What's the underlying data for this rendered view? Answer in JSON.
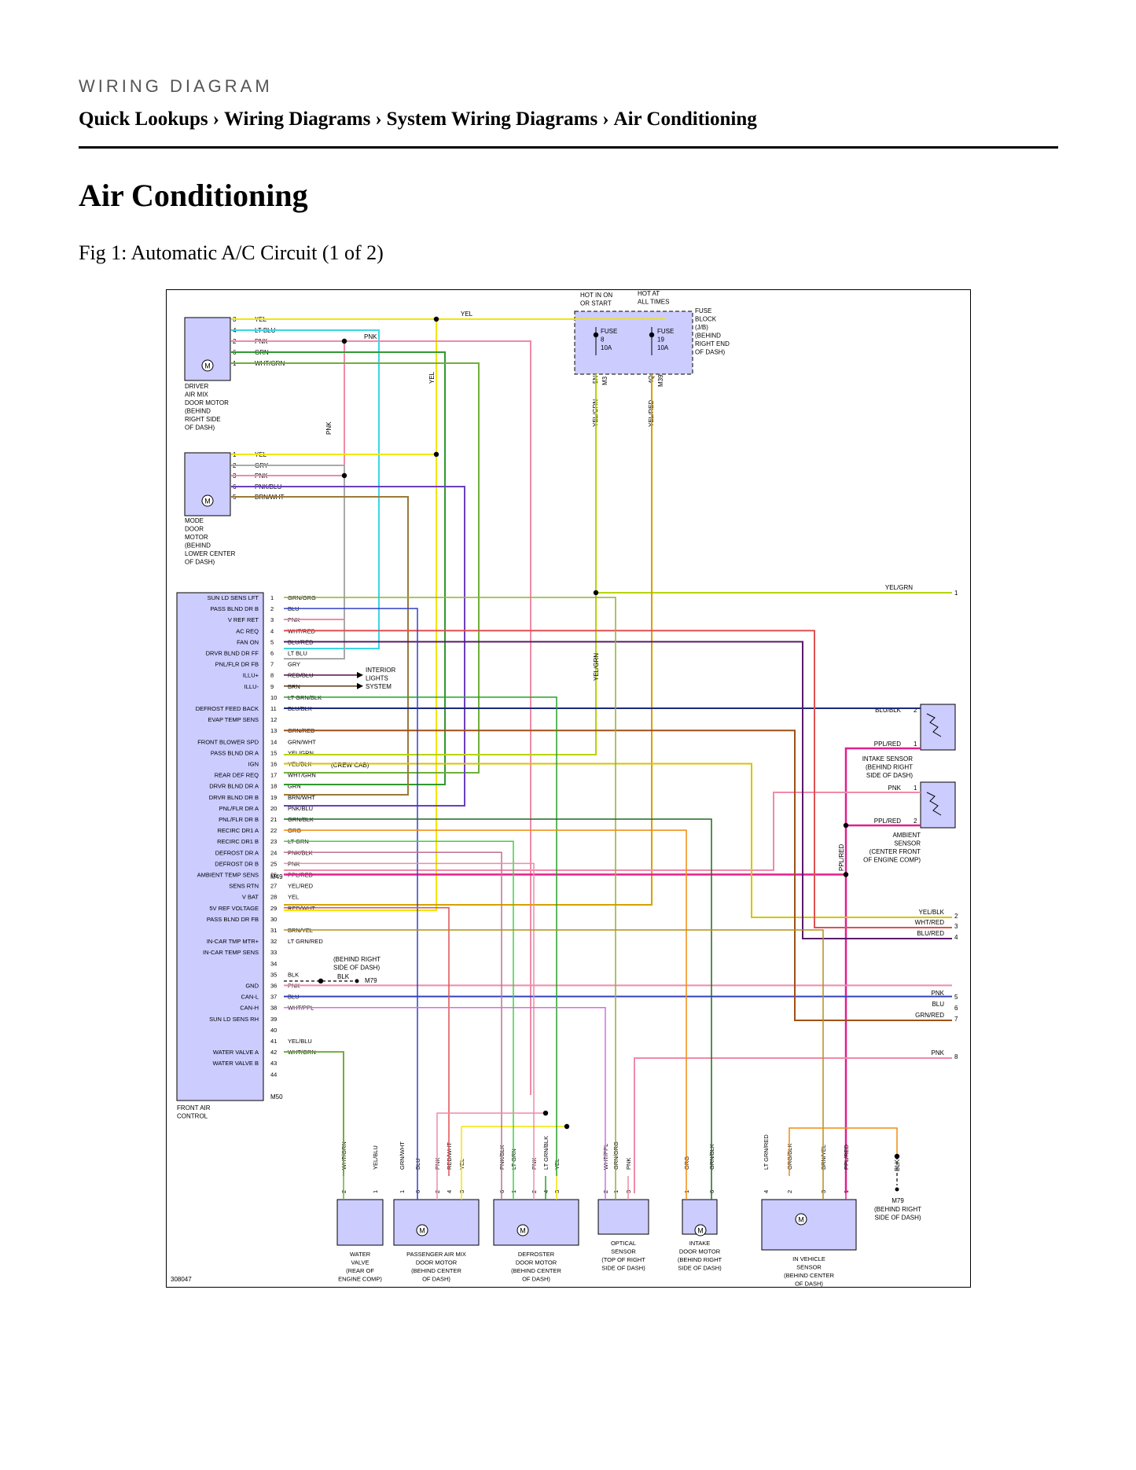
{
  "header": {
    "kicker": "WIRING DIAGRAM",
    "breadcrumbs": [
      "Quick Lookups",
      "Wiring Diagrams",
      "System Wiring Diagrams",
      "Air Conditioning"
    ],
    "separator": "›"
  },
  "page_title": "Air Conditioning",
  "figure_caption": "Fig 1: Automatic A/C Circuit (1 of 2)",
  "diagram": {
    "ref_number": "308047",
    "connector_tags": {
      "top": "M49",
      "bottom": "M50"
    },
    "fuse_block": {
      "label": [
        "FUSE",
        "BLOCK",
        "(J/B)",
        "(BEHIND",
        "RIGHT END",
        "OF DASH)"
      ],
      "hot_left": [
        "HOT IN ON",
        "OR START"
      ],
      "hot_right": [
        "HOT AT",
        "ALL TIMES"
      ],
      "fuses": [
        {
          "lines": [
            "FUSE",
            "8",
            "10A"
          ],
          "pin": "5N",
          "conn": "M3",
          "wire": "YEL/GRN"
        },
        {
          "lines": [
            "FUSE",
            "19",
            "10A"
          ],
          "pin": "4Q",
          "conn": "M39",
          "wire": "YEL/RED"
        }
      ]
    },
    "driver_motor": {
      "label": [
        "DRIVER",
        "AIR MIX",
        "DOOR MOTOR",
        "(BEHIND",
        "RIGHT SIDE",
        "OF DASH)"
      ],
      "pins": [
        {
          "pin": "3",
          "wire": "YEL"
        },
        {
          "pin": "4",
          "wire": "LT BLU"
        },
        {
          "pin": "2",
          "wire": "PNK"
        },
        {
          "pin": "6",
          "wire": "GRN"
        },
        {
          "pin": "1",
          "wire": "WHT/GRN"
        }
      ]
    },
    "mode_motor": {
      "label": [
        "MODE",
        "DOOR",
        "MOTOR",
        "(BEHIND",
        "LOWER CENTER",
        "OF DASH)"
      ],
      "pins": [
        {
          "pin": "1",
          "wire": "YEL"
        },
        {
          "pin": "2",
          "wire": "GRY"
        },
        {
          "pin": "3",
          "wire": "PNK"
        },
        {
          "pin": "6",
          "wire": "PNK/BLU"
        },
        {
          "pin": "5",
          "wire": "BRN/WHT"
        }
      ]
    },
    "wire_tags": {
      "yel_top": "YEL",
      "pnk_top": "PNK",
      "yel_vertical": "YEL",
      "pnk_vertical": "PNK",
      "yelgrn_vertical": "YEL/GRN",
      "pplred_vertical": "PPL/RED"
    },
    "control": {
      "label": [
        "FRONT AIR",
        "CONTROL"
      ],
      "pins": [
        {
          "func": "SUN LD SENS LFT",
          "pin": "1",
          "wire": "GRN/ORG"
        },
        {
          "func": "PASS BLND DR B",
          "pin": "2",
          "wire": "BLU"
        },
        {
          "func": "V REF RET",
          "pin": "3",
          "wire": "PNK"
        },
        {
          "func": "AC REQ",
          "pin": "4",
          "wire": "WHT/RED"
        },
        {
          "func": "FAN ON",
          "pin": "5",
          "wire": "BLU/RED"
        },
        {
          "func": "DRVR BLND DR FF",
          "pin": "6",
          "wire": "LT BLU"
        },
        {
          "func": "PNL/FLR DR FB",
          "pin": "7",
          "wire": "GRY"
        },
        {
          "func": "ILLU+",
          "pin": "8",
          "wire": "RED/BLU"
        },
        {
          "func": "ILLU-",
          "pin": "9",
          "wire": "BRN"
        },
        {
          "func": "",
          "pin": "10",
          "wire": "LT GRN/BLK"
        },
        {
          "func": "DEFROST FEED BACK",
          "pin": "11",
          "wire": "BLU/BLK"
        },
        {
          "func": "EVAP TEMP SENS",
          "pin": "12",
          "wire": ""
        },
        {
          "func": "",
          "pin": "13",
          "wire": "GRN/RED"
        },
        {
          "func": "FRONT BLOWER SPD",
          "pin": "14",
          "wire": "GRN/WHT"
        },
        {
          "func": "PASS BLND DR A",
          "pin": "15",
          "wire": "YEL/GRN"
        },
        {
          "func": "IGN",
          "pin": "16",
          "wire": "YEL/BLK"
        },
        {
          "func": "REAR DEF REQ",
          "pin": "17",
          "wire": "WHT/GRN"
        },
        {
          "func": "DRVR BLND DR A",
          "pin": "18",
          "wire": "GRN"
        },
        {
          "func": "DRVR BLND DR B",
          "pin": "19",
          "wire": "BRN/WHT"
        },
        {
          "func": "PNL/FLR DR A",
          "pin": "20",
          "wire": "PNK/BLU"
        },
        {
          "func": "PNL/FLR DR B",
          "pin": "21",
          "wire": "GRN/BLK"
        },
        {
          "func": "RECIRC DR1 A",
          "pin": "22",
          "wire": "ORG"
        },
        {
          "func": "RECIRC DR1 B",
          "pin": "23",
          "wire": "LT GRN"
        },
        {
          "func": "DEFROST DR A",
          "pin": "24",
          "wire": "PNK/BLK"
        },
        {
          "func": "DEFROST DR B",
          "pin": "25",
          "wire": "PNK"
        },
        {
          "func": "AMBIENT TEMP SENS",
          "pin": "26",
          "wire": "PPL/RED"
        },
        {
          "func": "SENS RTN",
          "pin": "27",
          "wire": "YEL/RED"
        },
        {
          "func": "V BAT",
          "pin": "28",
          "wire": "YEL"
        },
        {
          "func": "5V REF VOLTAGE",
          "pin": "29",
          "wire": "RED/WHT"
        },
        {
          "func": "PASS BLND DR FB",
          "pin": "30",
          "wire": ""
        },
        {
          "func": "",
          "pin": "31",
          "wire": "BRN/YEL"
        },
        {
          "func": "IN-CAR TMP MTR+",
          "pin": "32",
          "wire": "LT GRN/RED"
        },
        {
          "func": "IN-CAR TEMP SENS",
          "pin": "33",
          "wire": ""
        },
        {
          "func": "",
          "pin": "34",
          "wire": ""
        },
        {
          "func": "",
          "pin": "35",
          "wire": "BLK"
        },
        {
          "func": "GND",
          "pin": "36",
          "wire": "PNK"
        },
        {
          "func": "CAN-L",
          "pin": "37",
          "wire": "BLU"
        },
        {
          "func": "CAN-H",
          "pin": "38",
          "wire": "WHT/PPL"
        },
        {
          "func": "SUN LD SENS RH",
          "pin": "39",
          "wire": ""
        },
        {
          "func": "",
          "pin": "40",
          "wire": ""
        },
        {
          "func": "",
          "pin": "41",
          "wire": "YEL/BLU"
        },
        {
          "func": "WATER VALVE A",
          "pin": "42",
          "wire": "WHT/GRN"
        },
        {
          "func": "WATER VALVE B",
          "pin": "43",
          "wire": ""
        },
        {
          "func": "",
          "pin": "44",
          "wire": ""
        }
      ],
      "illum_label": [
        "INTERIOR",
        "LIGHTS",
        "SYSTEM"
      ],
      "crew_cab": "(CREW CAB)",
      "ground_note": [
        "(BEHIND RIGHT",
        "SIDE OF DASH)"
      ],
      "ground_wire": "BLK",
      "ground_conn": "M79"
    },
    "right_side": {
      "yelgrn": {
        "wire": "YEL/GRN",
        "pin": "1"
      },
      "intake_sensor": {
        "label": [
          "INTAKE SENSOR",
          "(BEHIND RIGHT",
          "SIDE OF DASH)"
        ],
        "pins": [
          {
            "wire": "BLU/BLK",
            "pin": "2"
          },
          {
            "wire": "PPL/RED",
            "pin": "1"
          }
        ]
      },
      "ambient_sensor": {
        "label": [
          "AMBIENT",
          "SENSOR",
          "(CENTER FRONT",
          "OF ENGINE COMP)"
        ],
        "pins": [
          {
            "wire": "PNK",
            "pin": "1"
          },
          {
            "wire": "PPL/RED",
            "pin": "2"
          }
        ]
      },
      "outputs": [
        {
          "wire": "YEL/BLK",
          "pin": "2"
        },
        {
          "wire": "WHT/RED",
          "pin": "3"
        },
        {
          "wire": "BLU/RED",
          "pin": "4"
        },
        {
          "wire": "PNK",
          "pin": "5"
        },
        {
          "wire": "BLU",
          "pin": "6"
        },
        {
          "wire": "GRN/RED",
          "pin": "7"
        },
        {
          "wire": "PNK",
          "pin": "8"
        }
      ]
    },
    "bottom_components": [
      {
        "label": [
          "WATER",
          "VALVE",
          "(REAR OF",
          "ENGINE COMP)"
        ],
        "wires": [
          "WHT/GRN",
          "YEL/BLU"
        ],
        "pins": [
          "2",
          "1"
        ]
      },
      {
        "label": [
          "PASSENGER AIR MIX",
          "DOOR MOTOR",
          "(BEHIND CENTER",
          "OF DASH)"
        ],
        "wires": [
          "GRN/WHT",
          "BLU",
          "PNK",
          "RED/WHT",
          "YEL"
        ],
        "pins": [
          "1",
          "6",
          "2",
          "4",
          "3"
        ]
      },
      {
        "label": [
          "DEFROSTER",
          "DOOR MOTOR",
          "(BEHIND CENTER",
          "OF DASH)"
        ],
        "wires": [
          "PNK/BLK",
          "LT GRN",
          "PNK",
          "LT GRN/BLK",
          "YEL"
        ],
        "pins": [
          "6",
          "1",
          "2",
          "4",
          "3"
        ]
      },
      {
        "label": [
          "OPTICAL",
          "SENSOR",
          "(TOP OF RIGHT",
          "SIDE OF DASH)"
        ],
        "wires": [
          "WHT/PPL",
          "GRN/ORG",
          "PNK"
        ],
        "pins": [
          "2",
          "1",
          "3"
        ]
      },
      {
        "label": [
          "INTAKE",
          "DOOR MOTOR",
          "(BEHIND RIGHT",
          "SIDE OF DASH)"
        ],
        "wires": [
          "ORG",
          "GRN/BLK"
        ],
        "pins": [
          "1",
          "6"
        ]
      },
      {
        "label": [
          "IN VEHICLE",
          "SENSOR",
          "(BEHIND CENTER",
          "OF DASH)"
        ],
        "wires": [
          "LT GRN/RED",
          "ORG/BLK",
          "BRN/YEL",
          "PPL/RED"
        ],
        "pins": [
          "4",
          "2",
          "3",
          "1"
        ]
      }
    ],
    "bottom_ground": {
      "wire": "BLK",
      "conn": "M79",
      "note": [
        "(BEHIND RIGHT",
        "SIDE OF DASH)"
      ]
    },
    "colors": {
      "YEL": "#f2e600",
      "LT BLU": "#3ad6e8",
      "PNK": "#f08aa8",
      "GRN": "#2f9a2f",
      "WHT/GRN": "#6fae3c",
      "GRY": "#a9a9a9",
      "PNK/BLU": "#6a3fbf",
      "BRN/WHT": "#9a7a3a",
      "GRN/ORG": "#8fb030",
      "BLU": "#3340c0",
      "WHT/RED": "#e05050",
      "BLU/RED": "#5a1a6a",
      "YEL/GRN": "#b8d400",
      "YEL/RED": "#d8a000",
      "ORG": "#f08c10",
      "LT GRN": "#40d040",
      "PPL/RED": "#e0208c",
      "BRN/YEL": "#b0901a",
      "GRN/RED": "#a05018",
      "GRN/BLK": "#1f6a1f",
      "PNK/BLK": "#c07090",
      "LT GRN/BLK": "#28a028",
      "BLU/BLK": "#1a2a7a",
      "YEL/BLK": "#d6c400",
      "WHT/PPL": "#d070e0",
      "RED/BLU": "#5a0a40",
      "BRN": "#5a3a1a",
      "comp_fill": "#ccccff"
    }
  }
}
